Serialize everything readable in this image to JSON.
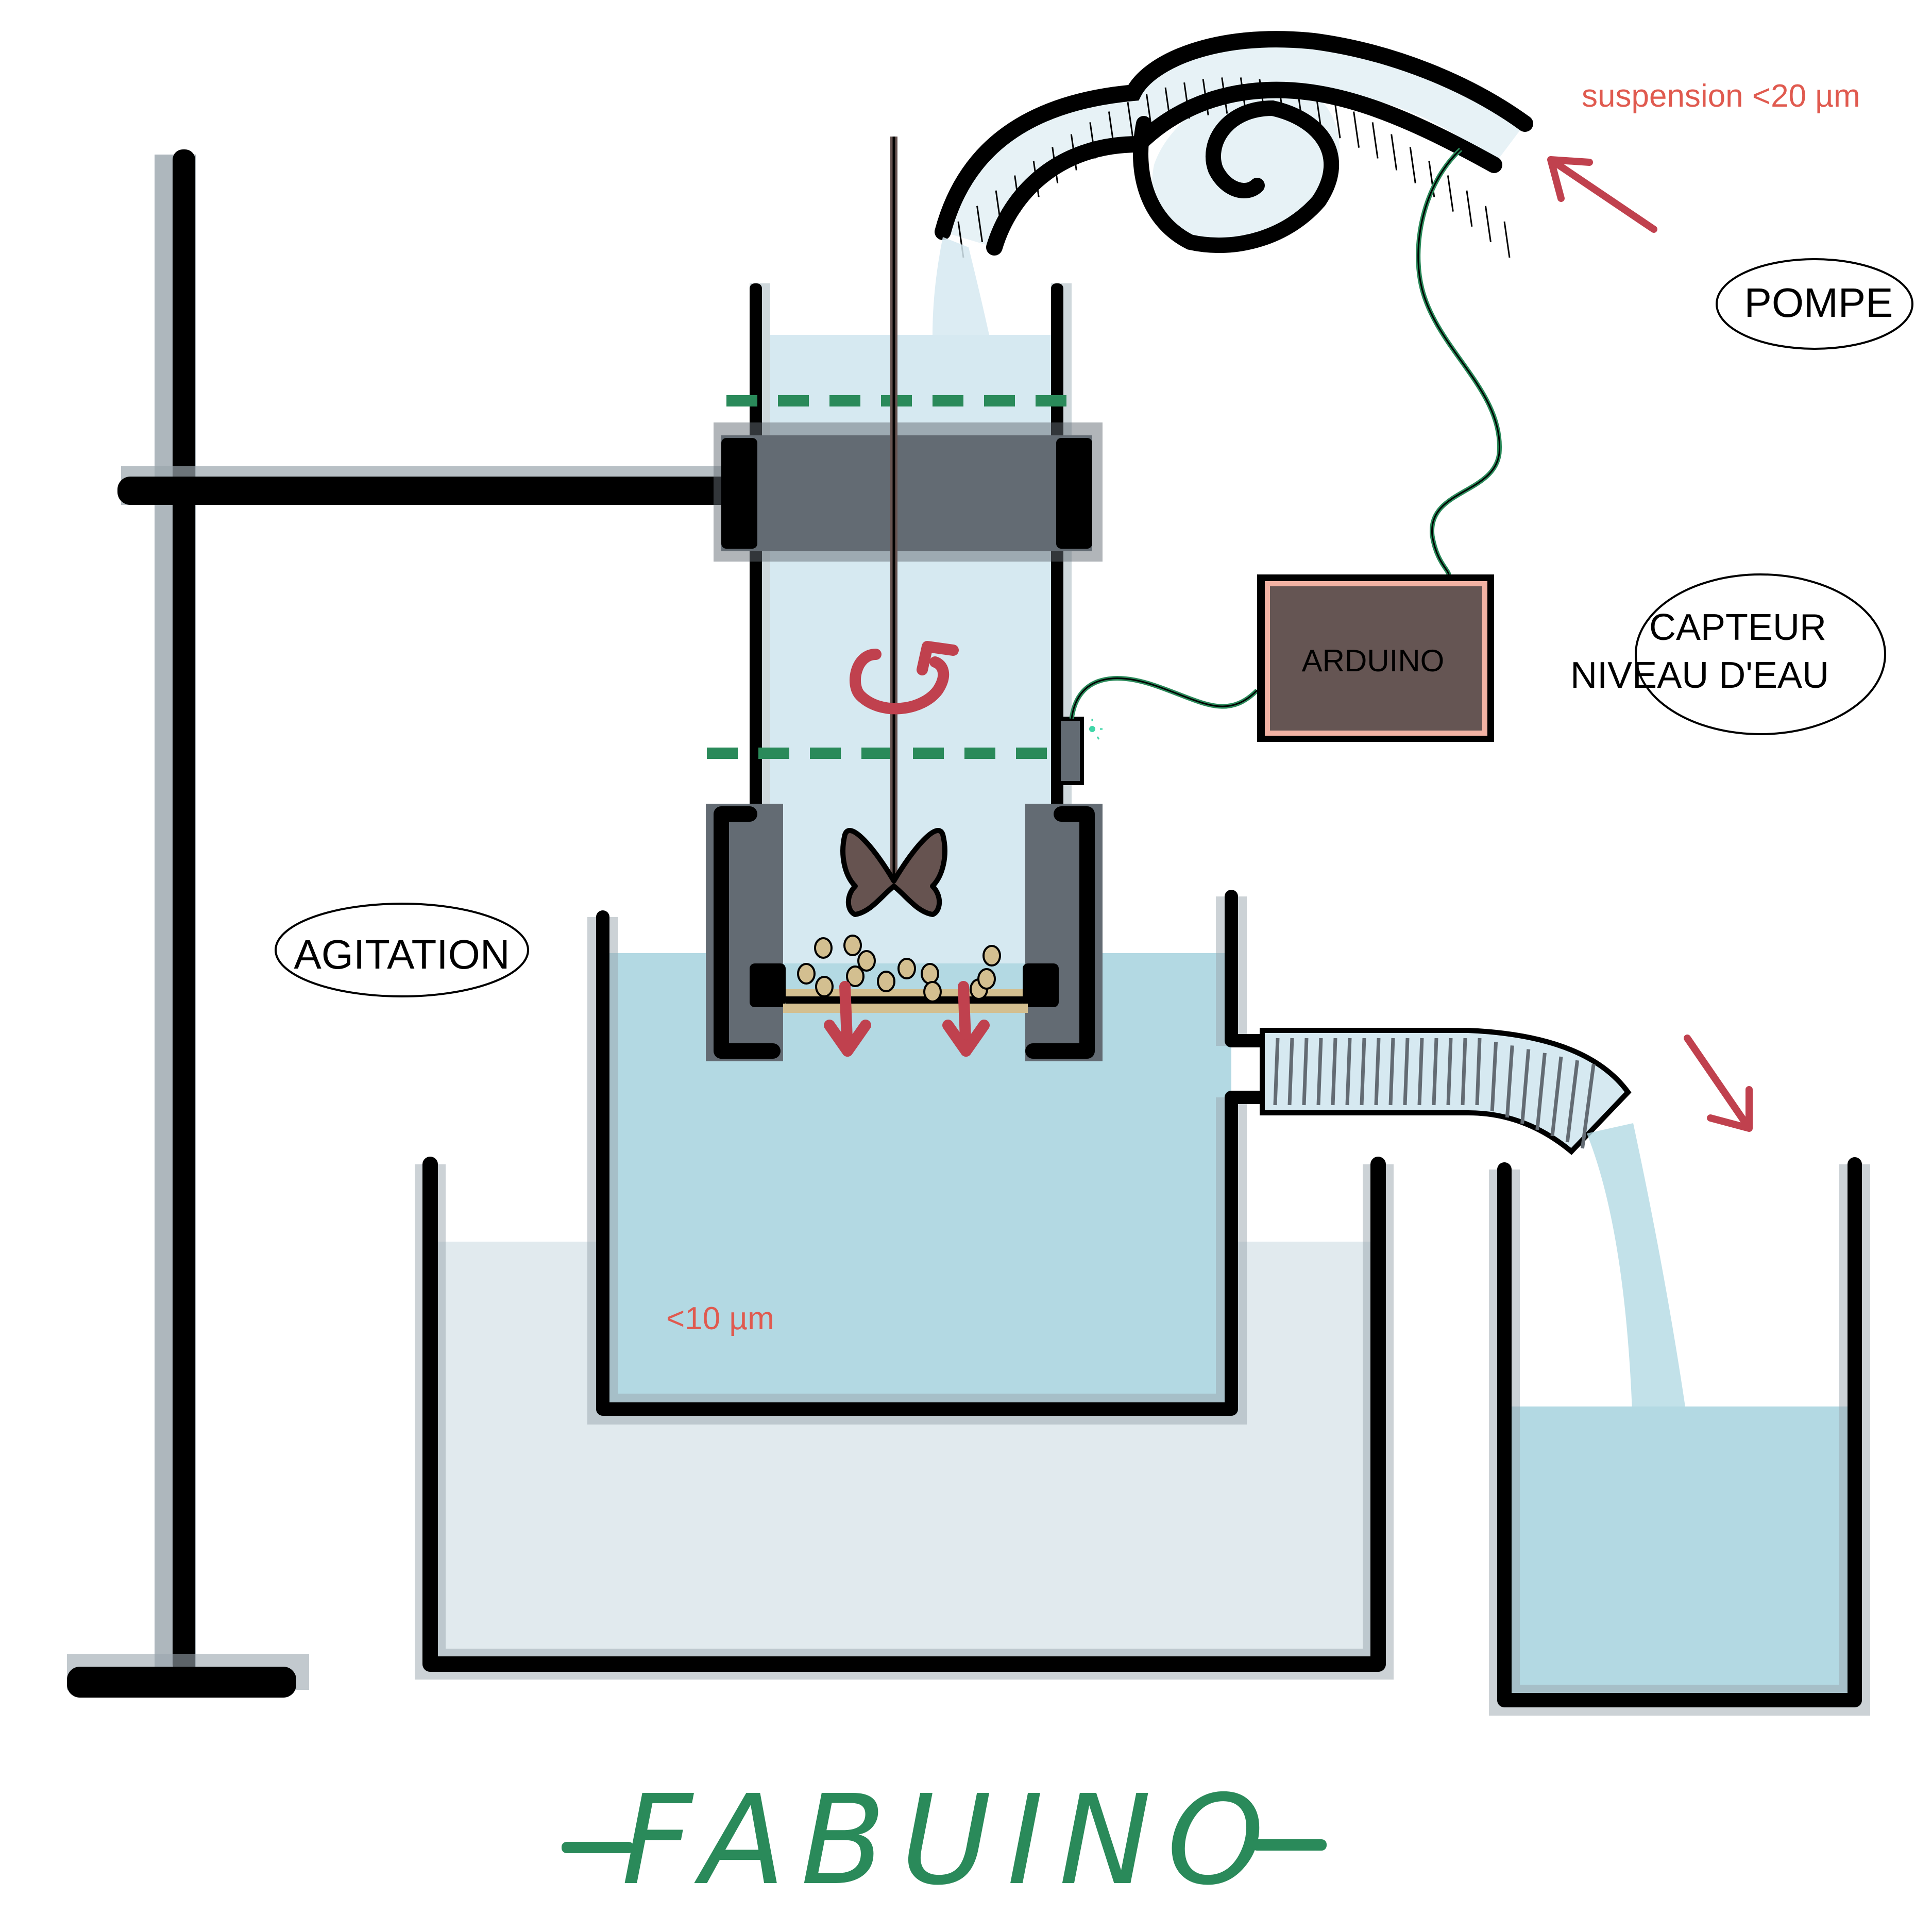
{
  "title": "FABUINO",
  "title_dashes": [
    "—",
    "—"
  ],
  "labels": {
    "suspension": "suspension <20 µm",
    "pump": "POMPE",
    "sensor_line1": "CAPTEUR",
    "sensor_line2": "NIVEAU D'EAU",
    "arduino": "ARDUINO",
    "agitation": "AGITATION",
    "filtrate": "<10 µm"
  },
  "colors": {
    "ink": "#000000",
    "annotation_red": "#e05a4f",
    "arrow_red": "#c0414e",
    "title_green": "#2a8a5a",
    "wire_green": "#2a8a5a",
    "water_light": "#d6e9f1",
    "water_mid": "#b3d9e3",
    "water_basin": "#e1eaee",
    "clamp_grey": "#636b73",
    "stand_shadow": "#9aa5ad",
    "arduino_fill": "#655553",
    "arduino_border": "#f2b2a3",
    "stirrer_brown": "#665350",
    "sediment": "#d3bf90",
    "tube_fill": "#e7f2f6"
  }
}
